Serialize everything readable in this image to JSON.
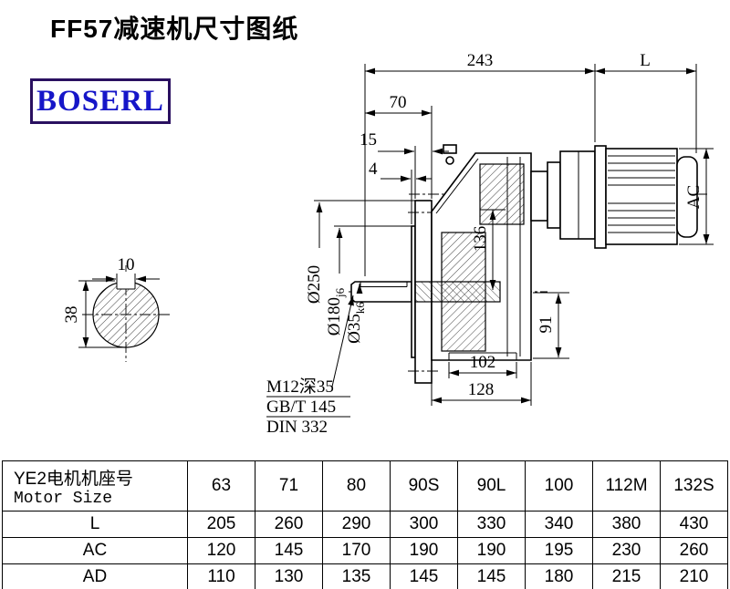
{
  "title": "FF57减速机尺寸图纸",
  "logo": "BOSERL",
  "drawing": {
    "dim_243": "243",
    "dim_L": "L",
    "dim_70": "70",
    "dim_15": "15",
    "dim_4": "4",
    "dim_AC": "AC",
    "dim_10": "10",
    "dim_38": "38",
    "dim_136": "136",
    "dim_91": "91",
    "dim_102": "102",
    "dim_128": "128",
    "dia_250": "Ø250",
    "dia_180": "Ø180",
    "dia_180_tol": "j6",
    "dia_35": "Ø35",
    "dia_35_tol": "k6",
    "note_line1": "M12深35",
    "note_line2": "GB/T 145",
    "note_line3": "DIN 332"
  },
  "table": {
    "header_cn": "YE2电机机座号",
    "header_en": "Motor Size",
    "sizes": [
      "63",
      "71",
      "80",
      "90S",
      "90L",
      "100",
      "112M",
      "132S"
    ],
    "rows": [
      {
        "label": "L",
        "values": [
          "205",
          "260",
          "290",
          "300",
          "330",
          "340",
          "380",
          "430"
        ]
      },
      {
        "label": "AC",
        "values": [
          "120",
          "145",
          "170",
          "190",
          "190",
          "195",
          "230",
          "260"
        ]
      },
      {
        "label": "AD",
        "values": [
          "110",
          "130",
          "135",
          "145",
          "145",
          "180",
          "215",
          "210"
        ]
      }
    ]
  }
}
